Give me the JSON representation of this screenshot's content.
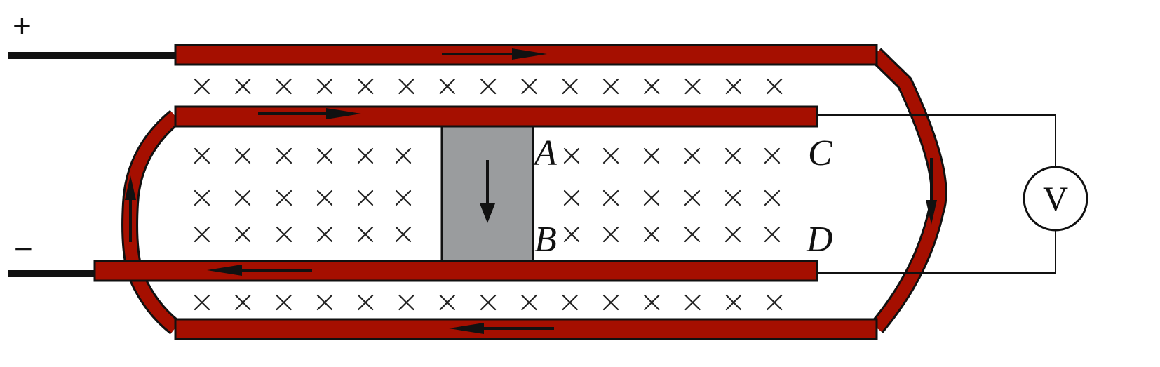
{
  "terminals": {
    "positive": "+",
    "negative": "−"
  },
  "points": {
    "a": "A",
    "b": "B",
    "c": "C",
    "d": "D"
  },
  "meter": {
    "label": "V"
  },
  "colors": {
    "rail": "#a50f00",
    "projectile": "#9a9c9e",
    "outline": "#111111"
  },
  "field": {
    "symbol": "×",
    "direction": "into-page"
  }
}
